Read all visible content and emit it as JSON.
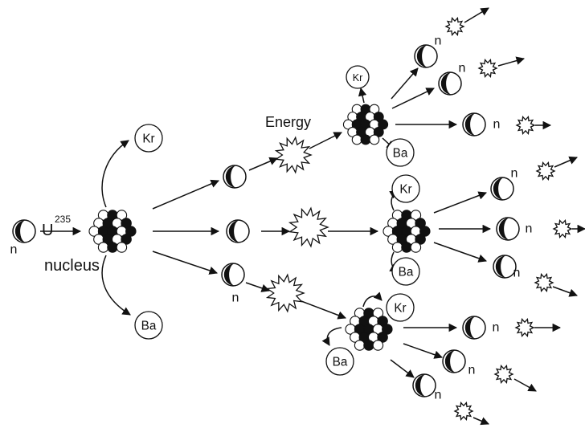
{
  "labels": {
    "neutron": "n",
    "krypton": "Kr",
    "barium": "Ba",
    "energy": "Energy",
    "uranium_symbol": "U",
    "uranium_mass": "235",
    "nucleus": "nucleus"
  },
  "colors": {
    "ink": "#111111",
    "background": "#ffffff"
  }
}
